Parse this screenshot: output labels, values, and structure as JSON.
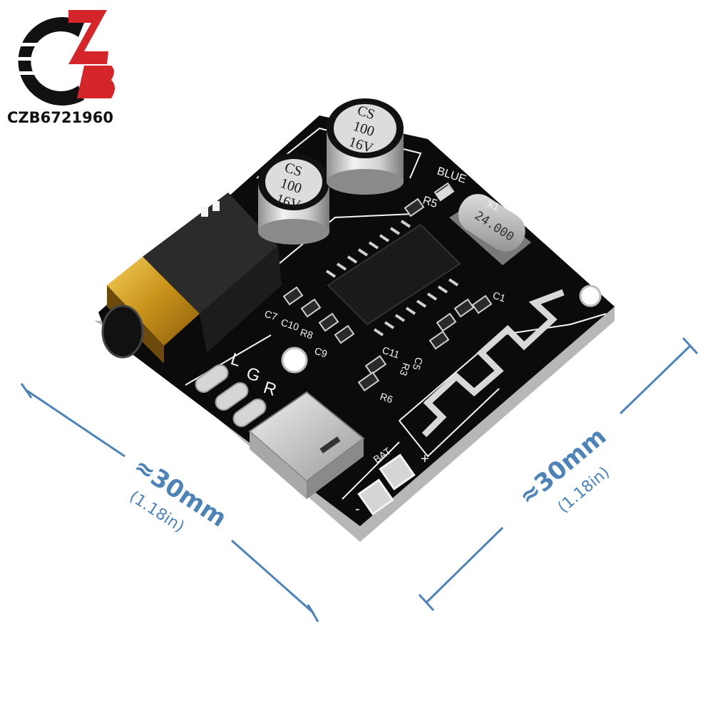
{
  "logo": {
    "brand_text": "CZB6721960",
    "colors": {
      "red": "#d4252a",
      "black": "#111111"
    }
  },
  "board": {
    "capacitors": [
      {
        "line1": "CS",
        "line2": "100",
        "line3": "16V"
      },
      {
        "line1": "CS",
        "line2": "100",
        "line3": "16V"
      }
    ],
    "crystal_label": "24.000",
    "silkscreen": {
      "blue": "BLUE",
      "r5": "R5",
      "x1": "X1",
      "c7": "C7",
      "c10": "C10",
      "r8": "R8",
      "c9": "C9",
      "c11": "C11",
      "r6": "R6",
      "r3": "R3",
      "c5": "C5",
      "c1": "C1",
      "left": "L",
      "ground": "G",
      "right": "R",
      "bat": "BAT",
      "plus": "+",
      "minus": "-"
    },
    "colors": {
      "pcb": "#0b0b0b",
      "silk": "#f4f4f4",
      "gold": "#d9a81e",
      "steel": "#c9c9c9"
    }
  },
  "dimensions": {
    "left": {
      "main": "≈30mm",
      "sub": "(1.18in)"
    },
    "right": {
      "main": "≈30mm",
      "sub": "(1.18in)"
    },
    "color": "#4d83b7"
  }
}
